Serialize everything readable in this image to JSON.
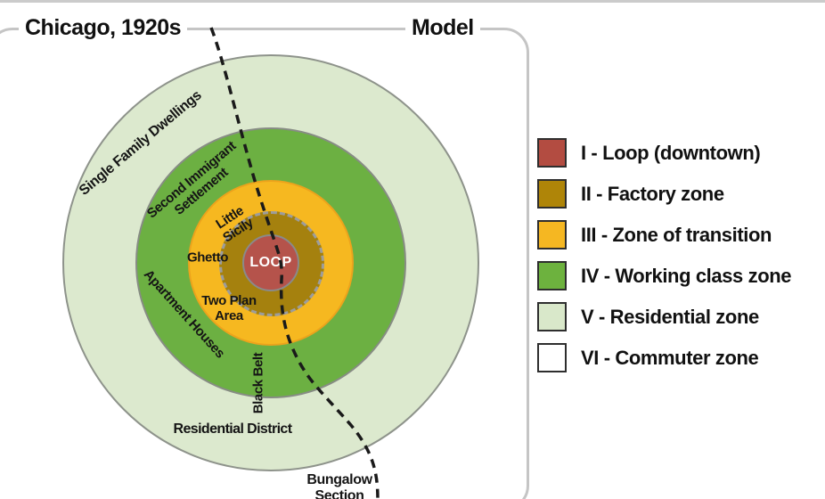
{
  "page": {
    "top_edge_color": "#cbcbcb",
    "background": "#ffffff"
  },
  "header": {
    "left_title": "Chicago, 1920s",
    "right_title": "Model"
  },
  "diagram": {
    "boundary_line": {
      "style": "dashed",
      "color": "#1a1a1a"
    },
    "rings": [
      {
        "zone": "V",
        "fill": "#dce9ce"
      },
      {
        "zone": "IV",
        "fill": "#6cb042"
      },
      {
        "zone": "III",
        "fill": "#f6b820"
      },
      {
        "zone": "II",
        "fill": "#a5810e"
      },
      {
        "zone": "I",
        "fill": "#b5534b"
      }
    ],
    "labels": {
      "loop": "LOOP",
      "single_family": "Single Family Dwellings",
      "second_immigrant": "Second Immigrant\nSettlement",
      "little_sicily": "Little\nSicily",
      "ghetto": "Ghetto",
      "two_plan": "Two Plan\nArea",
      "apartment_houses": "Apartment Houses",
      "black_belt": "Black Belt",
      "residential_district": "Residential District",
      "bungalow_section": "Bungalow\nSection"
    }
  },
  "legend": {
    "items": [
      {
        "label": "I - Loop (downtown)",
        "color": "#b34c41"
      },
      {
        "label": "II - Factory zone",
        "color": "#af8508"
      },
      {
        "label": "III - Zone of transition",
        "color": "#f5b722"
      },
      {
        "label": "IV - Working class zone",
        "color": "#6db23e"
      },
      {
        "label": "V - Residential zone",
        "color": "#d9e8ca"
      },
      {
        "label": "VI - Commuter zone",
        "color": "#ffffff"
      }
    ]
  }
}
